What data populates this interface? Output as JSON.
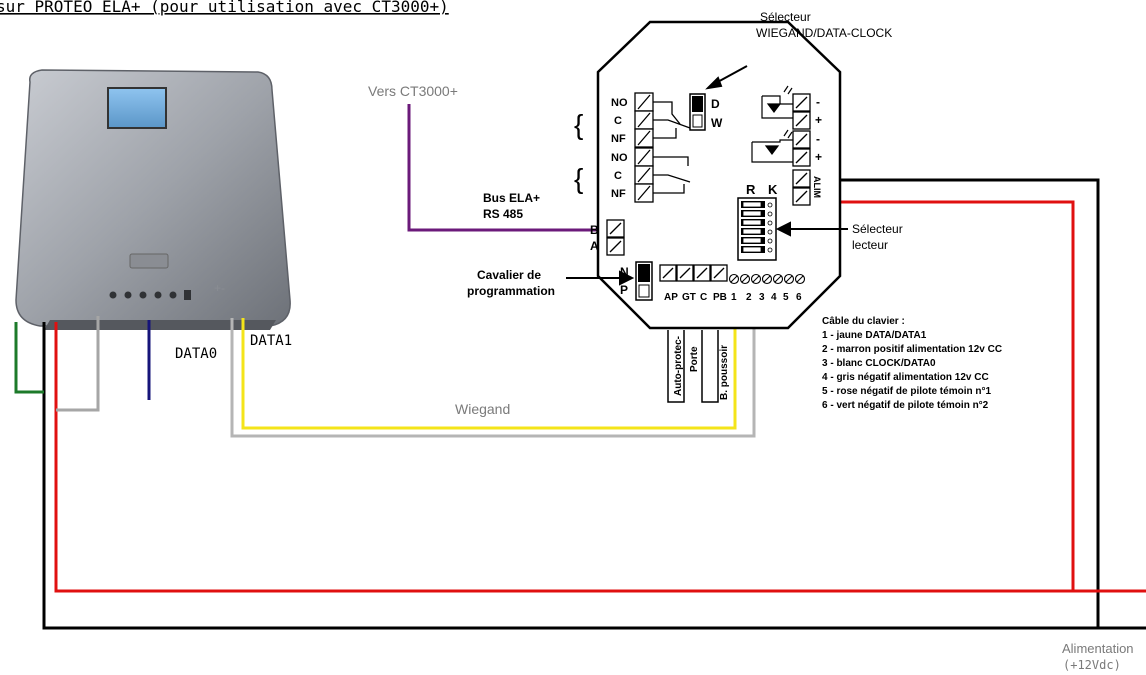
{
  "top_title": "sur PROTEO ELA+ (pour utilisation avec CT3000+)",
  "labels": {
    "selector_wiegand_line1": "Sélecteur",
    "selector_wiegand_line2": "WIEGAND/DATA-CLOCK",
    "vers_ct3000": "Vers CT3000+",
    "bus_ela_line1": "Bus ELA+",
    "bus_ela_line2": "RS 485",
    "cavalier_line1": "Cavalier de",
    "cavalier_line2": "programmation",
    "selector_lecteur_line1": "Sélecteur",
    "selector_lecteur_line2": "lecteur",
    "data0": "DATA0",
    "data1": "DATA1",
    "wiegand": "Wiegand",
    "alim_line1": "Alimentation",
    "alim_line2": "(+12Vdc)"
  },
  "board": {
    "relay_terms": [
      "NO",
      "C",
      "NF",
      "NO",
      "C",
      "NF"
    ],
    "bus_terms": [
      "B",
      "A"
    ],
    "dw": [
      "D",
      "W"
    ],
    "np": [
      "N",
      "P"
    ],
    "rk": [
      "R",
      "K"
    ],
    "right_signs": [
      "-",
      "+",
      "-",
      "+"
    ],
    "alim_tag": "ALIM",
    "bottom_terms": [
      "AP",
      "GT",
      "C",
      "PB"
    ],
    "bottom_nums": [
      "1",
      "2",
      "3",
      "4",
      "5",
      "6"
    ],
    "vertical_labels": [
      "Auto-protec-",
      "Porte",
      "B. poussoir"
    ]
  },
  "cable_legend": {
    "title": "Câble du clavier :",
    "lines": [
      "1 - jaune DATA/DATA1",
      "2 - marron positif alimentation 12v CC",
      "3 - blanc CLOCK/DATA0",
      "4 - gris négatif alimentation 12v CC",
      "5 - rose négatif de pilote témoin n°1",
      "6 - vert négatif de pilote témoin n°2"
    ]
  },
  "colors": {
    "red": "#e01010",
    "black": "#000000",
    "purple": "#6b1a7a",
    "yellow": "#f4e41a",
    "grey": "#b5b5b5",
    "blue": "#16147a",
    "green": "#1c7a2a"
  }
}
